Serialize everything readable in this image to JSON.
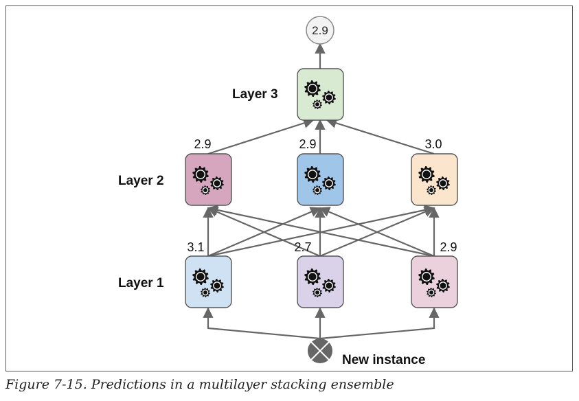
{
  "diagram": {
    "output_value": "2.9",
    "layers": [
      {
        "label": "Layer 3",
        "nodes": [
          {
            "value": "",
            "color": "#d9ead3"
          }
        ]
      },
      {
        "label": "Layer 2",
        "nodes": [
          {
            "value": "2.9",
            "color": "#d5a6bd"
          },
          {
            "value": "2.9",
            "color": "#9fc5e8"
          },
          {
            "value": "3.0",
            "color": "#fce5cd"
          }
        ]
      },
      {
        "label": "Layer 1",
        "nodes": [
          {
            "value": "3.1",
            "color": "#cfe2f3"
          },
          {
            "value": "2.7",
            "color": "#d9d2e9"
          },
          {
            "value": "2.9",
            "color": "#ead1dc"
          }
        ]
      }
    ],
    "input_label": "New instance",
    "edge_color": "#666666",
    "input_node_color": "#666666",
    "icon": "gears-icon"
  },
  "caption": "Figure 7-15. Predictions in a multilayer stacking ensemble"
}
